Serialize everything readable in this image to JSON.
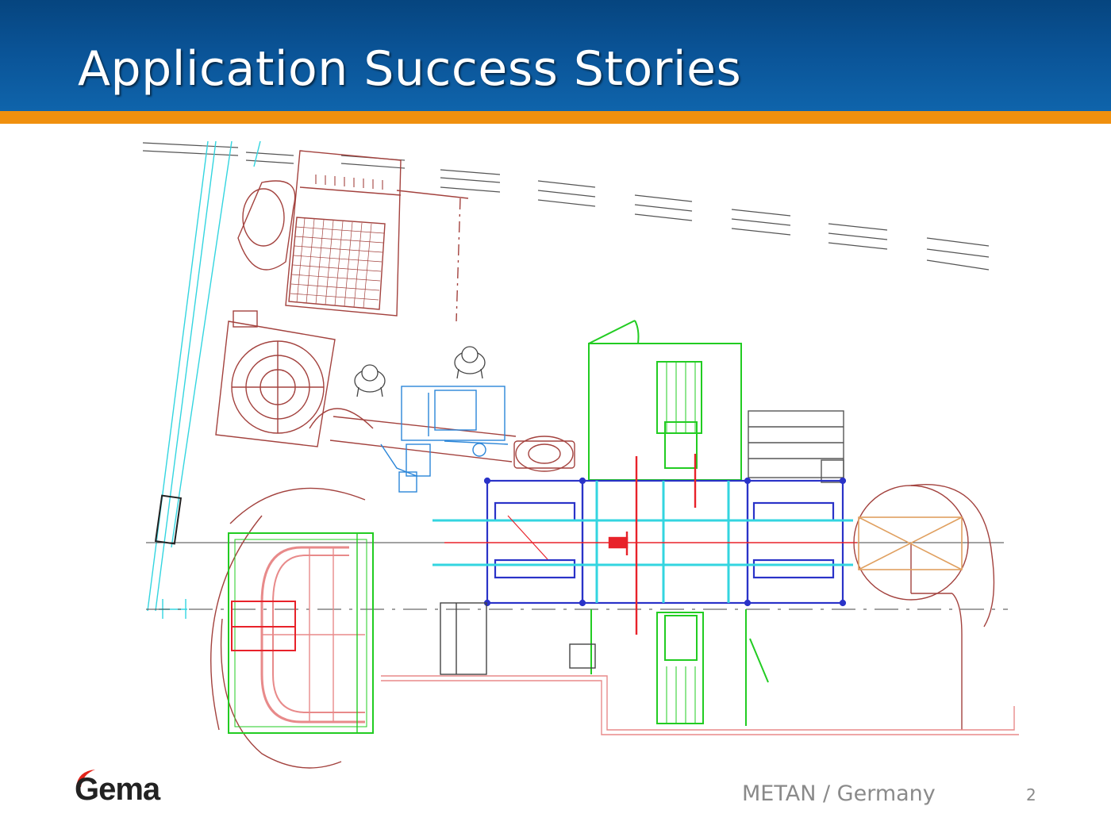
{
  "slide": {
    "title": "Application Success Stories",
    "caption": "METAN / Germany",
    "page_number": "2"
  },
  "logo": {
    "text": "Gema",
    "color": "#e2231a",
    "icon": "gema-logo-swoosh"
  },
  "colors": {
    "header": "#0a5396",
    "stripe": "#f0900e",
    "drawing_maroon": "#a3423e",
    "drawing_green": "#22cc22",
    "drawing_blue": "#2a33c8",
    "drawing_cyan": "#33d5e0",
    "drawing_red": "#e8222a",
    "drawing_pink": "#e88a8a",
    "drawing_orange": "#e0a060"
  },
  "diagram": {
    "type": "cad-floor-plan",
    "figures": [
      "operator-top-view",
      "operator-top-view"
    ]
  }
}
